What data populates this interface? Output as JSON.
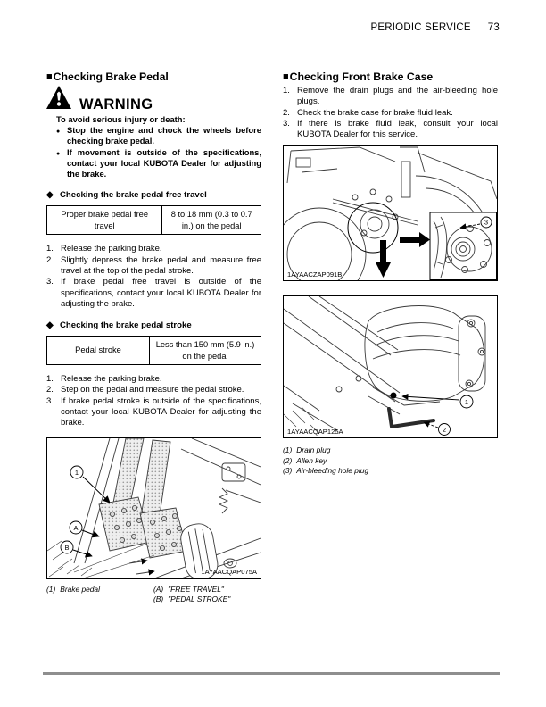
{
  "header": {
    "title": "PERIODIC SERVICE",
    "page_number": "73"
  },
  "markers": {
    "section": "■",
    "sub": "◆",
    "bullet": "●"
  },
  "left": {
    "title": "Checking Brake Pedal",
    "warning": {
      "word": "WARNING",
      "intro": "To avoid serious injury or death:",
      "bullets": [
        "Stop the engine and chock the wheels before checking brake pedal.",
        "If movement is outside of the specifications, contact your local KUBOTA Dealer for adjusting the brake."
      ]
    },
    "free_travel": {
      "title": "Checking the brake pedal free travel",
      "table": {
        "label": "Proper brake pedal free travel",
        "value": "8 to 18 mm (0.3 to 0.7 in.) on the pedal"
      },
      "steps": [
        {
          "num": "1.",
          "text": "Release the parking brake."
        },
        {
          "num": "2.",
          "text": "Slightly depress the brake pedal and measure free travel at the top of the pedal stroke."
        },
        {
          "num": "3.",
          "text": "If brake pedal free travel is outside of the specifications, contact your local KUBOTA Dealer for adjusting the brake."
        }
      ]
    },
    "stroke": {
      "title": "Checking the brake pedal stroke",
      "table": {
        "label": "Pedal stroke",
        "value": "Less than 150 mm (5.9 in.) on the pedal"
      },
      "steps": [
        {
          "num": "1.",
          "text": "Release the parking brake."
        },
        {
          "num": "2.",
          "text": "Step on the pedal and measure the pedal stroke."
        },
        {
          "num": "3.",
          "text": "If brake pedal stroke is outside of the specifications, contact your local KUBOTA Dealer for adjusting the brake."
        }
      ]
    },
    "figure": {
      "code": "1AYAACQAP075A",
      "callout_1": "1",
      "callout_a": "A",
      "callout_b": "B",
      "legend": [
        {
          "key": "(1)",
          "text": "Brake pedal"
        }
      ],
      "legend_ab": [
        {
          "key": "(A)",
          "text": "\"FREE TRAVEL\""
        },
        {
          "key": "(B)",
          "text": "\"PEDAL STROKE\""
        }
      ]
    }
  },
  "right": {
    "title": "Checking Front Brake Case",
    "steps": [
      {
        "num": "1.",
        "text": "Remove the drain plugs and the air-bleeding hole plugs."
      },
      {
        "num": "2.",
        "text": "Check the brake case for brake fluid leak."
      },
      {
        "num": "3.",
        "text": "If there is brake fluid leak, consult your local KUBOTA Dealer for this service."
      }
    ],
    "figure_axle": {
      "code": "1AYAACZAP091B",
      "callout_3": "3"
    },
    "figure_case": {
      "code": "1AYAACQAP125A",
      "callout_1": "1",
      "callout_2": "2"
    },
    "legend": [
      {
        "key": "(1)",
        "text": "Drain plug"
      },
      {
        "key": "(2)",
        "text": "Allen key"
      },
      {
        "key": "(3)",
        "text": "Air-bleeding hole plug"
      }
    ]
  }
}
